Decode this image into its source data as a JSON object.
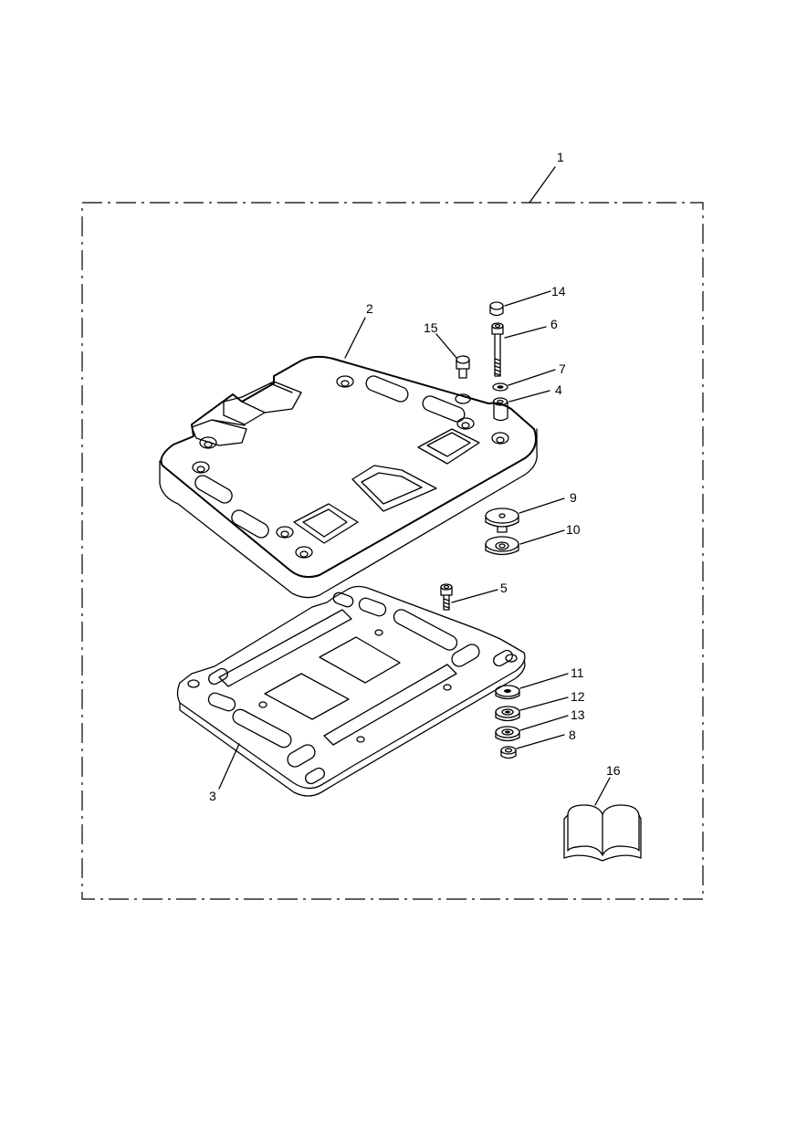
{
  "callouts": [
    {
      "id": "1"
    },
    {
      "id": "2"
    },
    {
      "id": "3"
    },
    {
      "id": "4"
    },
    {
      "id": "5"
    },
    {
      "id": "6"
    },
    {
      "id": "7"
    },
    {
      "id": "8"
    },
    {
      "id": "9"
    },
    {
      "id": "10"
    },
    {
      "id": "11"
    },
    {
      "id": "12"
    },
    {
      "id": "13"
    },
    {
      "id": "14"
    },
    {
      "id": "15"
    },
    {
      "id": "16"
    }
  ],
  "icons": {
    "manual": "open-book-icon"
  }
}
